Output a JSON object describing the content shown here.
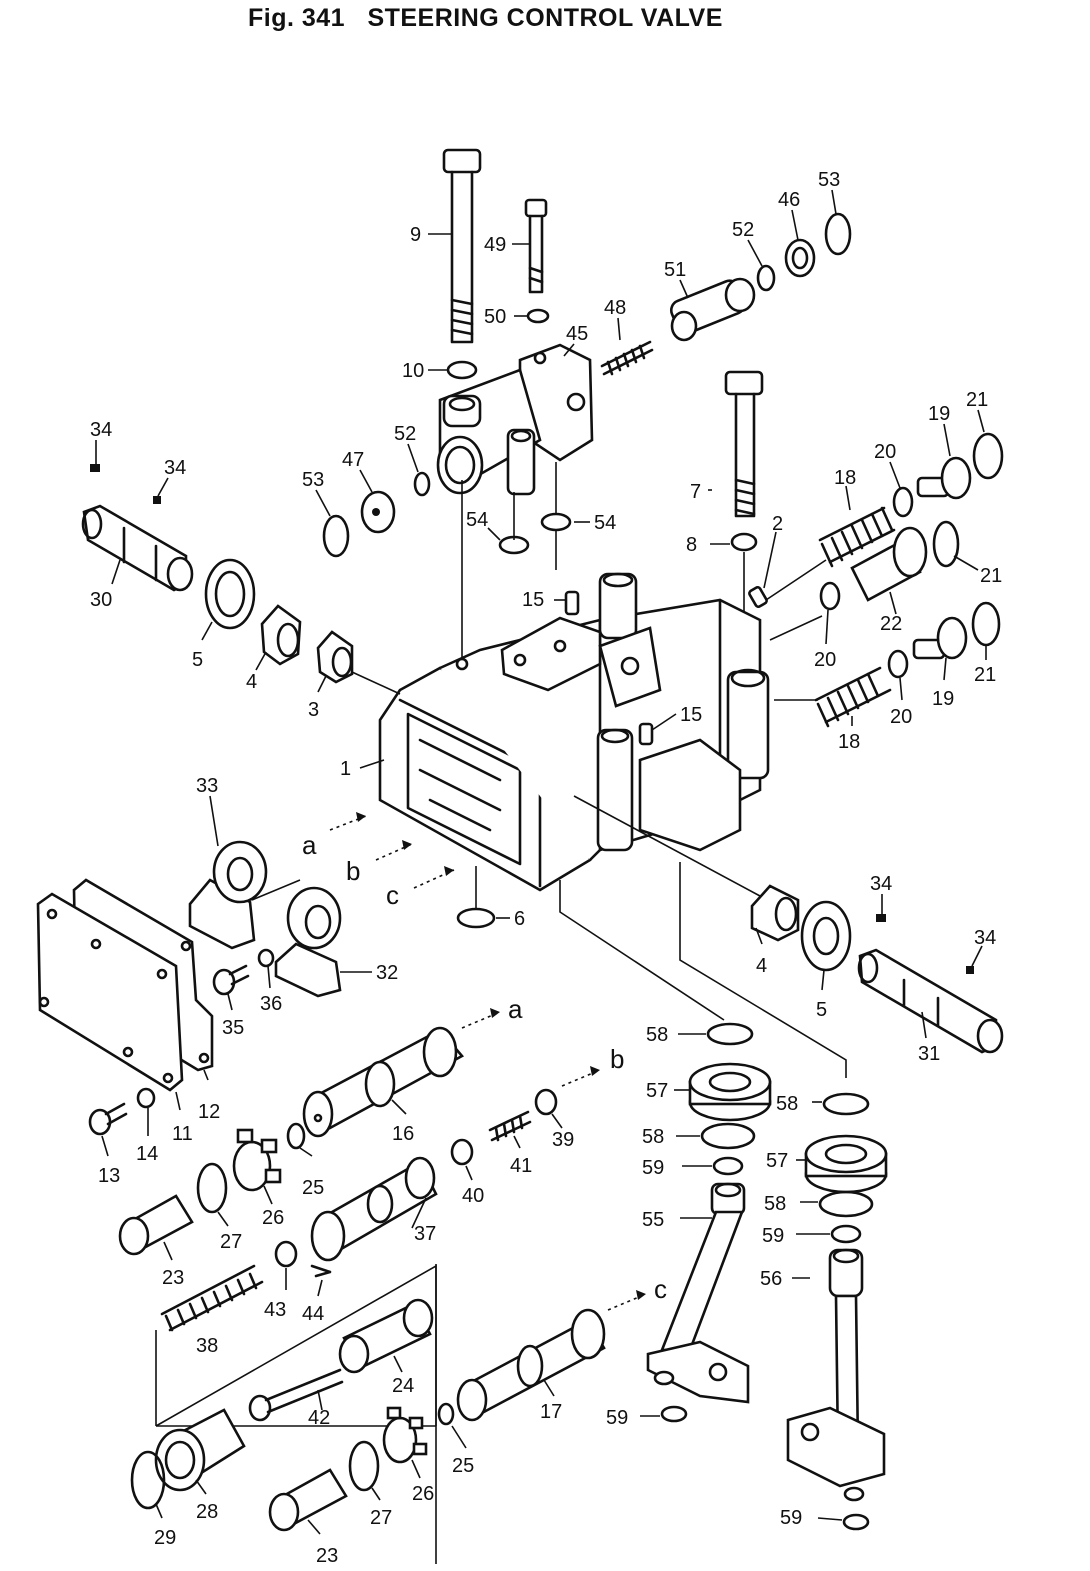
{
  "figure": {
    "number": "Fig. 341",
    "title": "STEERING CONTROL VALVE"
  },
  "callouts": [
    {
      "id": "c9",
      "text": "9"
    },
    {
      "id": "c49",
      "text": "49"
    },
    {
      "id": "c50",
      "text": "50"
    },
    {
      "id": "c45",
      "text": "45"
    },
    {
      "id": "c48",
      "text": "48"
    },
    {
      "id": "c51",
      "text": "51"
    },
    {
      "id": "c52a",
      "text": "52"
    },
    {
      "id": "c46",
      "text": "46"
    },
    {
      "id": "c53a",
      "text": "53"
    },
    {
      "id": "c10",
      "text": "10"
    },
    {
      "id": "c34a",
      "text": "34"
    },
    {
      "id": "c34b",
      "text": "34"
    },
    {
      "id": "c52b",
      "text": "52"
    },
    {
      "id": "c47",
      "text": "47"
    },
    {
      "id": "c53b",
      "text": "53"
    },
    {
      "id": "c54a",
      "text": "54"
    },
    {
      "id": "c54b",
      "text": "54"
    },
    {
      "id": "c7",
      "text": "7"
    },
    {
      "id": "c2",
      "text": "2"
    },
    {
      "id": "c20a",
      "text": "20"
    },
    {
      "id": "c18a",
      "text": "18"
    },
    {
      "id": "c19a",
      "text": "19"
    },
    {
      "id": "c21a",
      "text": "21"
    },
    {
      "id": "c8",
      "text": "8"
    },
    {
      "id": "c21b",
      "text": "21"
    },
    {
      "id": "c22",
      "text": "22"
    },
    {
      "id": "c30",
      "text": "30"
    },
    {
      "id": "c5a",
      "text": "5"
    },
    {
      "id": "c4a",
      "text": "4"
    },
    {
      "id": "c15a",
      "text": "15"
    },
    {
      "id": "c20b",
      "text": "20"
    },
    {
      "id": "c21c",
      "text": "21"
    },
    {
      "id": "c3",
      "text": "3"
    },
    {
      "id": "c15b",
      "text": "15"
    },
    {
      "id": "c20c",
      "text": "20"
    },
    {
      "id": "c19b",
      "text": "19"
    },
    {
      "id": "c18b",
      "text": "18"
    },
    {
      "id": "c1",
      "text": "1"
    },
    {
      "id": "c33",
      "text": "33"
    },
    {
      "id": "c6",
      "text": "6"
    },
    {
      "id": "c34c",
      "text": "34"
    },
    {
      "id": "c34d",
      "text": "34"
    },
    {
      "id": "c4b",
      "text": "4"
    },
    {
      "id": "c5b",
      "text": "5"
    },
    {
      "id": "c31",
      "text": "31"
    },
    {
      "id": "c32",
      "text": "32"
    },
    {
      "id": "c35",
      "text": "35"
    },
    {
      "id": "c36",
      "text": "36"
    },
    {
      "id": "c12",
      "text": "12"
    },
    {
      "id": "c11",
      "text": "11"
    },
    {
      "id": "c13",
      "text": "13"
    },
    {
      "id": "c14",
      "text": "14"
    },
    {
      "id": "c16",
      "text": "16"
    },
    {
      "id": "c25a",
      "text": "25"
    },
    {
      "id": "c26a",
      "text": "26"
    },
    {
      "id": "c27a",
      "text": "27"
    },
    {
      "id": "c23a",
      "text": "23"
    },
    {
      "id": "c37",
      "text": "37"
    },
    {
      "id": "c40",
      "text": "40"
    },
    {
      "id": "c41",
      "text": "41"
    },
    {
      "id": "c39",
      "text": "39"
    },
    {
      "id": "c58a",
      "text": "58"
    },
    {
      "id": "c57a",
      "text": "57"
    },
    {
      "id": "c58b",
      "text": "58"
    },
    {
      "id": "c58c",
      "text": "58"
    },
    {
      "id": "c59a",
      "text": "59"
    },
    {
      "id": "c57b",
      "text": "57"
    },
    {
      "id": "c58d",
      "text": "58"
    },
    {
      "id": "c55",
      "text": "55"
    },
    {
      "id": "c59b",
      "text": "59"
    },
    {
      "id": "c56",
      "text": "56"
    },
    {
      "id": "c43",
      "text": "43"
    },
    {
      "id": "c44",
      "text": "44"
    },
    {
      "id": "c38",
      "text": "38"
    },
    {
      "id": "c24",
      "text": "24"
    },
    {
      "id": "c42",
      "text": "42"
    },
    {
      "id": "c17",
      "text": "17"
    },
    {
      "id": "c25b",
      "text": "25"
    },
    {
      "id": "c26b",
      "text": "26"
    },
    {
      "id": "c27b",
      "text": "27"
    },
    {
      "id": "c59c",
      "text": "59"
    },
    {
      "id": "c28",
      "text": "28"
    },
    {
      "id": "c29",
      "text": "29"
    },
    {
      "id": "c23b",
      "text": "23"
    },
    {
      "id": "c59d",
      "text": "59"
    }
  ],
  "flow_letters": [
    {
      "id": "fa1",
      "text": "a"
    },
    {
      "id": "fb1",
      "text": "b"
    },
    {
      "id": "fc1",
      "text": "c"
    },
    {
      "id": "fa2",
      "text": "a"
    },
    {
      "id": "fb2",
      "text": "b"
    },
    {
      "id": "fc2",
      "text": "c"
    }
  ]
}
